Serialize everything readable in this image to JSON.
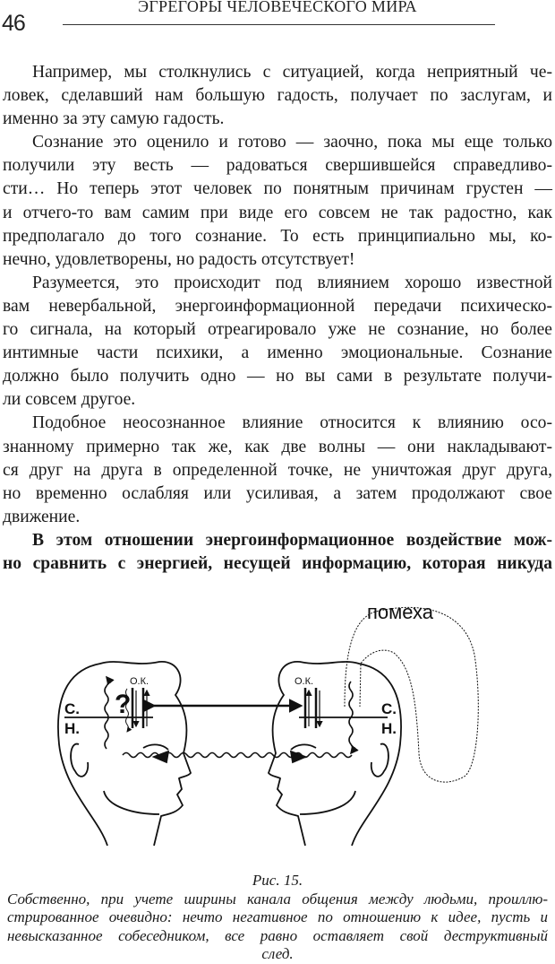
{
  "header": {
    "page_number": "46",
    "running_title": "ЭГРЕГОРЫ ЧЕЛОВЕЧЕСКОГО МИРА"
  },
  "paragraphs": [
    {
      "lines": [
        "Например, мы столкнулись с ситуацией, когда неприятный че-",
        "ловек, сделавший нам большую гадость, получает по заслугам, и",
        "именно за эту самую гадость."
      ]
    },
    {
      "lines": [
        "Сознание это оценило и готово — заочно, пока мы еще только",
        "получили эту весть — радоваться свершившейся справедливо-",
        "сти… Но теперь этот человек по понятным причинам грустен —",
        "и отчего-то вам самим при виде его совсем не так радостно, как",
        "предполагало до того сознание. То есть принципиально мы, ко-",
        "нечно, удовлетворены, но радость отсутствует!"
      ]
    },
    {
      "lines": [
        "Разумеется, это происходит под влиянием хорошо известной",
        "вам невербальной, энергоинформационной передачи психическо-",
        "го сигнала, на который отреагировало уже не сознание, но более",
        "интимные части психики, а именно эмоциональные. Сознание",
        "должно было получить одно — но вы сами в результате получи-",
        "ли совсем другое."
      ]
    },
    {
      "lines": [
        "Подобное неосознанное влияние относится к влиянию осо-",
        "знанному примерно так же, как две волны — они накладывают-",
        "ся друг на друга в определенной точке, не уничтожая друг друга,",
        "но временно ослабляя или усиливая, а затем продолжают свое",
        "движение."
      ]
    },
    {
      "lines": [
        "В этом отношении энергоинформационное воздействие мож-",
        "но сравнить с энергией, несущей информацию, которая никуда"
      ]
    }
  ],
  "figure": {
    "labels": {
      "interference": "помеха",
      "ok_left": "О.К.",
      "ok_right": "О.К.",
      "s_left": "С.",
      "n_left": "Н.",
      "s_right": "С.",
      "n_right": "Н.",
      "question": "?"
    }
  },
  "caption": {
    "title": "Рис. 15.",
    "lines": [
      "Собственно, при учете ширины канала общения между людьми, проиллю-",
      "стрированное очевидно: нечто негативное по отношению к идее, пусть и",
      "невысказанное собеседником, все равно оставляет свой деструктивный",
      "след."
    ]
  }
}
